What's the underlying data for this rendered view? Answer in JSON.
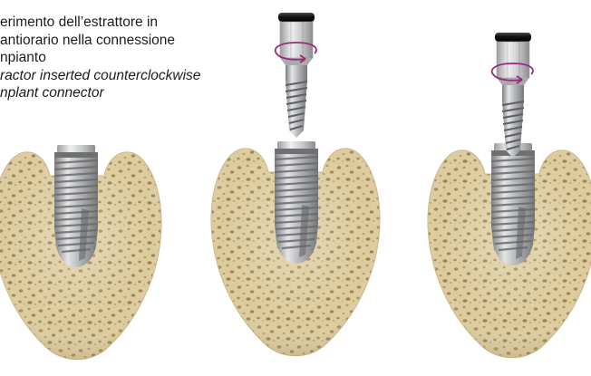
{
  "caption": {
    "italian_lines": [
      "erimento dell’estrattore in",
      " antiorario nella connessione",
      "npianto"
    ],
    "english_lines": [
      "ractor inserted counterclockwise",
      "nplant connector"
    ]
  },
  "figures": [
    {
      "name": "implant-in-bone",
      "has_extractor": false
    },
    {
      "name": "extractor-above-implant",
      "has_extractor": true,
      "rotation_direction": "counterclockwise"
    },
    {
      "name": "extractor-engaged-implant",
      "has_extractor": true,
      "rotation_direction": "counterclockwise"
    }
  ],
  "colors": {
    "bone_fill": "#d8c89a",
    "bone_pore": "#a98f5c",
    "metal_light": "#d9dadb",
    "metal_dark": "#8a8b8d",
    "rotation_arrow": "#9b2a7a",
    "oring": "#1a1a1a"
  }
}
